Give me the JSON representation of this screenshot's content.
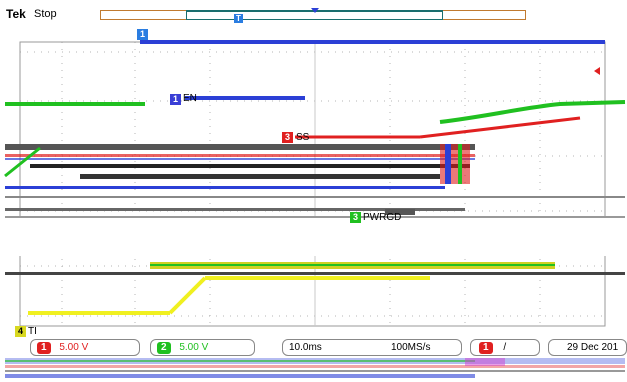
{
  "header": {
    "brand": "Tek",
    "acq_state": "Stop",
    "trigger_marker_label": "T"
  },
  "channels": {
    "ch1": {
      "label": "EN",
      "marker": "1",
      "color": "#3a3fd6"
    },
    "ch2": {
      "label": "SS",
      "marker": "3",
      "color": "#e02020"
    },
    "ch3": {
      "label": "PWRGD",
      "marker": "3",
      "color": "#20c020"
    },
    "ch4": {
      "label": "TI",
      "marker": "4",
      "color": "#e0e020"
    }
  },
  "readouts": {
    "ch1": {
      "marker": "1",
      "scale": "5.00 V",
      "color": "#e02020"
    },
    "ch2": {
      "marker": "2",
      "scale": "5.00 V",
      "color": "#20c020"
    },
    "timebase": "10.0ms",
    "sample_rate": "100MS/s",
    "trigger": {
      "marker": "1",
      "symbol": "/"
    },
    "date": "29 Dec 201"
  },
  "colors": {
    "blue": "#2b3fd6",
    "green": "#20c020",
    "red": "#e02020",
    "yellow": "#f0f020",
    "grid": "#b0b0b0"
  }
}
